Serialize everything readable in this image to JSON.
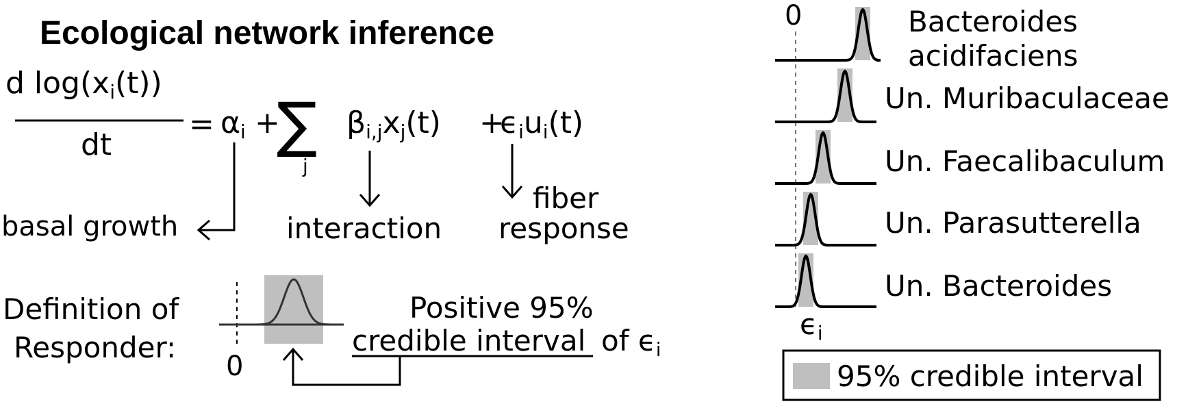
{
  "title": "Ecological network inference",
  "equation": {
    "lhs_num": "d log(x",
    "lhs_num_sub": "i",
    "lhs_num_end": "(t))",
    "lhs_den": "dt",
    "equals": "=",
    "alpha": "α",
    "alpha_sub": "i",
    "plus1": "+",
    "sum_symbol": "∑",
    "sum_index": "j",
    "beta": "β",
    "beta_sub": "i,j",
    "x": "x",
    "x_sub": "j",
    "x_end": "(t)",
    "plus2": "+",
    "eps": "ϵ",
    "eps_sub": "i",
    "u": "u",
    "u_sub": "i",
    "u_end": "(t)"
  },
  "annotations": {
    "basal_growth": "basal growth",
    "interaction": "interaction",
    "fiber_line1": "fiber",
    "fiber_line2": "response"
  },
  "responder": {
    "definition_line1": "Definition of",
    "definition_line2": "Responder:",
    "zero_label": "0",
    "positive_line1": "Positive 95%",
    "positive_line2": "credible interval",
    "of_label": "of ϵ",
    "of_sub": "i"
  },
  "panel": {
    "zero_label": "0",
    "axis_label": "ϵ",
    "axis_sub": "i",
    "taxa": [
      {
        "name_line1": "Bacteroides",
        "name_line2": "acidifaciens",
        "center": 0.98
      },
      {
        "name_line1": "Un. Muribaculaceae",
        "name_line2": "",
        "center": 0.72
      },
      {
        "name_line1": "Un. Faecalibaculum",
        "name_line2": "",
        "center": 0.4
      },
      {
        "name_line1": "Un. Parasutterella",
        "name_line2": "",
        "center": 0.22
      },
      {
        "name_line1": "Un. Bacteroides",
        "name_line2": "",
        "center": 0.15
      }
    ],
    "legend_label": "95% credible interval",
    "band_color": "#bfbfbf"
  }
}
